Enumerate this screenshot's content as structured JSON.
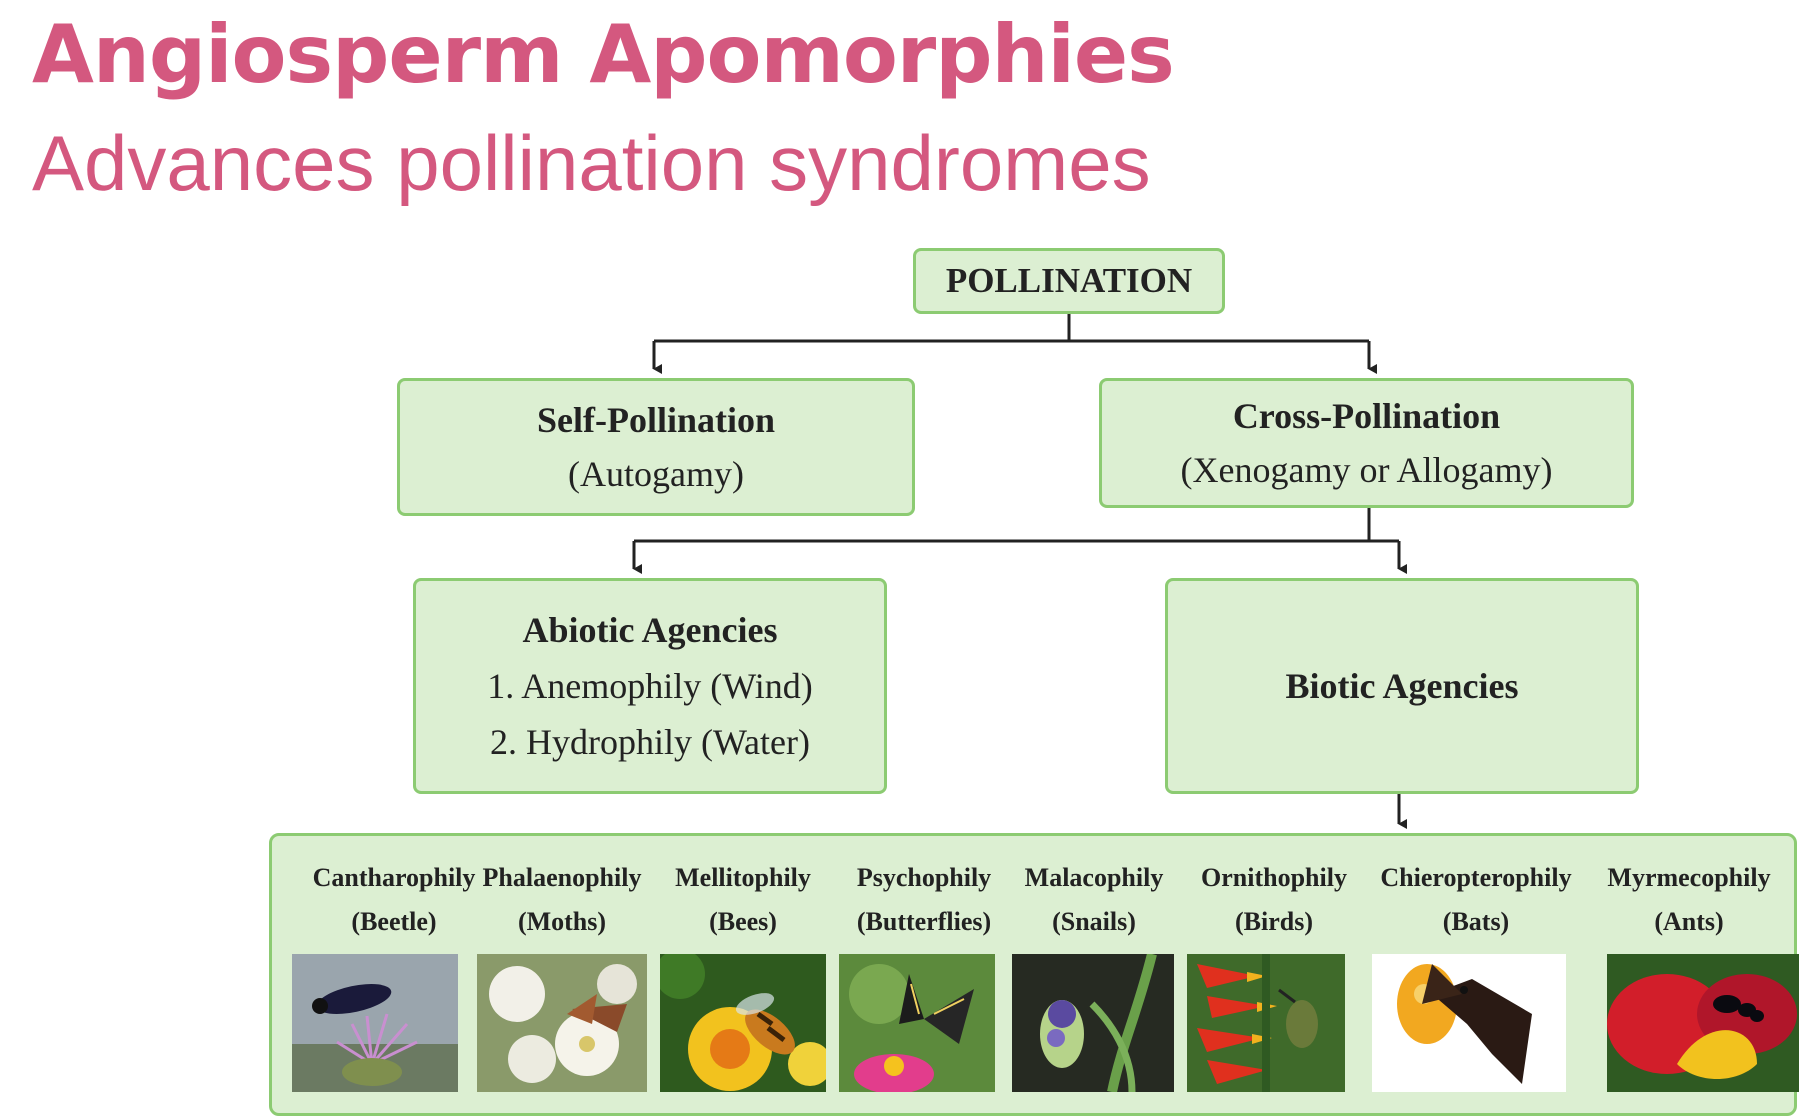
{
  "header": {
    "title": "Angiosperm Apomorphies",
    "subtitle": "Advances pollination syndromes"
  },
  "diagram": {
    "root": "POLLINATION",
    "self": {
      "title": "Self-Pollination",
      "subtitle": "(Autogamy)"
    },
    "cross": {
      "title": "Cross-Pollination",
      "subtitle": "(Xenogamy or Allogamy)"
    },
    "abiotic": {
      "title": "Abiotic Agencies",
      "items": [
        "1. Anemophily (Wind)",
        "2. Hydrophily (Water)"
      ]
    },
    "biotic": {
      "title": "Biotic Agencies"
    },
    "syndromes": [
      {
        "name": "Cantharophily",
        "group": "(Beetle)",
        "photo": "beetle-on-thistle"
      },
      {
        "name": "Phalaenophily",
        "group": "(Moths)",
        "photo": "moth-on-white-flower"
      },
      {
        "name": "Mellitophily",
        "group": "(Bees)",
        "photo": "bee-on-yellow-flower"
      },
      {
        "name": "Psychophily",
        "group": "(Butterflies)",
        "photo": "butterfly-on-pink-flower"
      },
      {
        "name": "Malacophily",
        "group": "(Snails)",
        "photo": "snail-on-plant"
      },
      {
        "name": "Ornithophily",
        "group": "(Birds)",
        "photo": "bird-on-heliconia"
      },
      {
        "name": "Chieropterophily",
        "group": "(Bats)",
        "photo": "bat-on-flower"
      },
      {
        "name": "Myrmecophily",
        "group": "(Ants)",
        "photo": "ant-on-red-flower"
      }
    ]
  },
  "colors": {
    "title": "#d4587f",
    "box_fill": "#dcefd2",
    "box_border": "#8ccb72",
    "connector": "#222222"
  }
}
